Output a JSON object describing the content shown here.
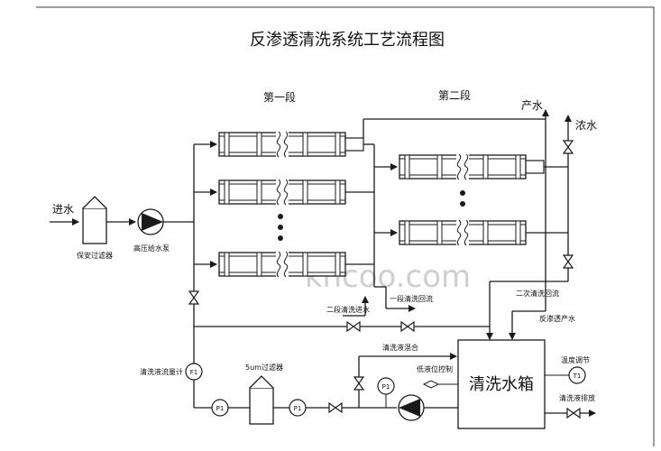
{
  "title": "反渗透清洗系统工艺流程图",
  "stage1": "第一段",
  "stage2": "第二段",
  "inlet": "进水",
  "cartridge_filter": "保安过滤器",
  "hp_pump": "高压给水泵",
  "product_water": "产水",
  "concentrate": "浓水",
  "stage2_clean_inlet": "二段清洗进水",
  "stage1_clean_return": "一段清洗回流",
  "stage2_clean_return": "二次清洗回流",
  "ro_product_water": "反渗透产水",
  "clean_mix": "清洗液混合",
  "low_level_control": "低液位控制",
  "clean_flowmeter": "清洗液流量计",
  "filter_5um": "5um过滤器",
  "temp_control": "温度调节",
  "clean_drain": "清洗液排放",
  "tank": "清洗水箱",
  "tags": {
    "f1": "F1",
    "p1_a": "P1",
    "p1_b": "P1",
    "p1_c": "P1",
    "t1": "T1"
  },
  "watermark": "khcoo.com"
}
